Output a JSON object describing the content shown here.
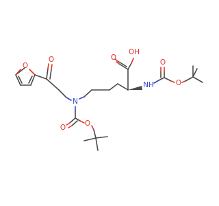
{
  "molecule": {
    "atom_labels": {
      "furan_o": "O",
      "ketone_o": "O",
      "amine_n": "N",
      "carbamate1_o_carbonyl": "O",
      "carbamate1_o_ester": "O",
      "acid_oh": "OH",
      "acid_o": "O",
      "alpha_nh": "NH",
      "carbamate2_o_carbonyl": "O",
      "carbamate2_o_ester": "O"
    },
    "colors": {
      "bond": "#4a4a4a",
      "oxygen": "#e2352b",
      "nitrogen": "#3048c8",
      "background": "#ffffff"
    }
  }
}
